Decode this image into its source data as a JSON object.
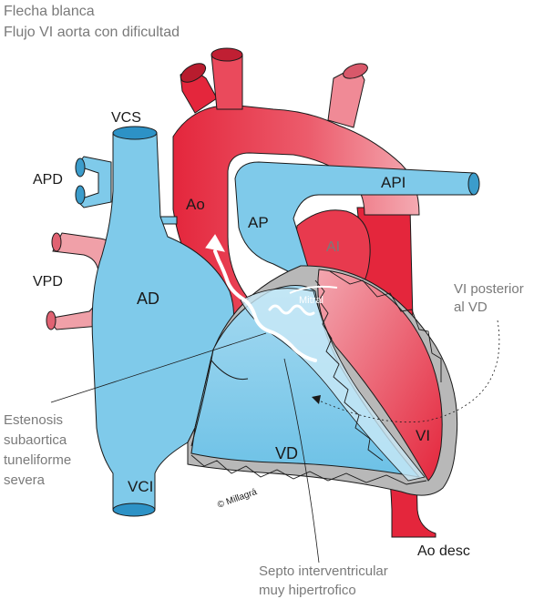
{
  "caption": {
    "line1": "Flecha blanca",
    "line2": "Flujo VI aorta con dificultad"
  },
  "labels": {
    "vcs": "VCS",
    "apd": "APD",
    "vpd": "VPD",
    "ad": "AD",
    "vci": "VCI",
    "ao": "Ao",
    "ap": "AP",
    "api": "API",
    "ai": "AI",
    "mitral": "Mitral",
    "vd": "VD",
    "vi": "VI",
    "ao_desc": "Ao desc",
    "copyright": "© Millagrá"
  },
  "annotations": {
    "vi_posterior_1": "VI posterior",
    "vi_posterior_2": "al VD",
    "estenosis_1": "Estenosis",
    "estenosis_2": "subaortica",
    "estenosis_3": "tuneliforme",
    "estenosis_4": "severa",
    "septo_1": "Septo interventricular",
    "septo_2": "muy hipertrofico"
  },
  "colors": {
    "red": "#e4263c",
    "red_light": "#f2a0a8",
    "blue": "#7fcaea",
    "blue_light": "#b9e3f6",
    "gray": "#b8b8b8",
    "outline": "#1a1a1a"
  }
}
